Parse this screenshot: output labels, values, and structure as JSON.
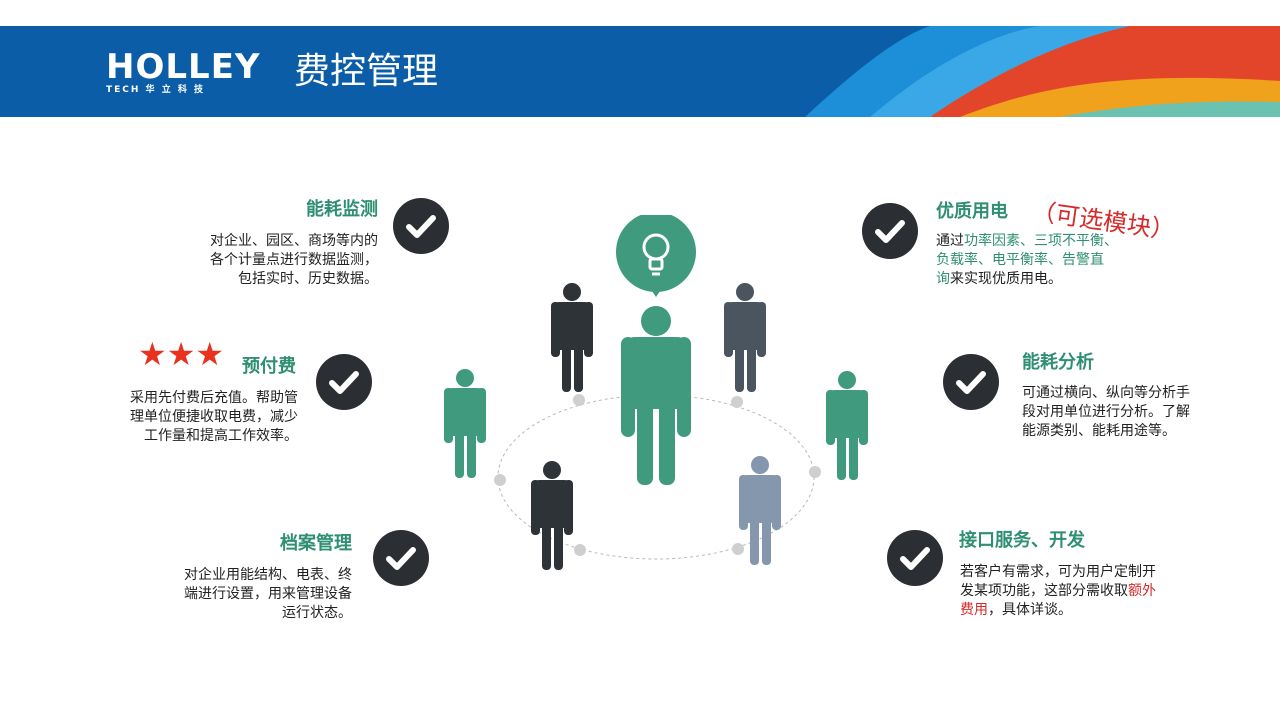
{
  "header": {
    "logo_main": "HOLLEY",
    "logo_sub": "TECH 华 立 科 技",
    "title": "费控管理"
  },
  "features": {
    "energy_monitoring": {
      "title": "能耗监测",
      "lines": [
        "对企业、园区、商场等内的",
        "各个计量点进行数据监测，",
        "包括实时、历史数据。"
      ]
    },
    "prepaid": {
      "stars": "★★★",
      "title": "预付费",
      "lines": [
        "采用先付费后充值。帮助管",
        "理单位便捷收取电费，减少",
        "工作量和提高工作效率。"
      ]
    },
    "archive": {
      "title": "档案管理",
      "lines": [
        "对企业用能结构、电表、终",
        "端进行设置，用来管理设备",
        "运行状态。"
      ]
    },
    "power_quality": {
      "title": "优质用电",
      "optional": "（可选模块）",
      "line1_a": "通过",
      "line1_b": "功率因素、三项不平衡、",
      "line2": "负载率、电平衡率、告警直",
      "line3_a": "询",
      "line3_b": "来实现优质用电。"
    },
    "energy_analysis": {
      "title": "能耗分析",
      "lines": [
        "可通过横向、纵向等分析手",
        "段对用单位进行分析。了解",
        "能源类别、能耗用途等。"
      ]
    },
    "interface": {
      "title": "接口服务、开发",
      "line1": "若客户有需求，可为用户定制开",
      "line2_a": "发某项功能，这部分需收取",
      "line2_b": "额外",
      "line3_a": "费用",
      "line3_b": "，具体详谈。"
    }
  },
  "icons": [
    "check-icon",
    "lightbulb-icon",
    "person-icon"
  ],
  "colors": {
    "brand_blue": "#0a5da6",
    "accent_green": "#3f9a7e",
    "dark": "#2b2e33",
    "highlight_red": "#d42a2a",
    "star_red": "#e8321e"
  }
}
